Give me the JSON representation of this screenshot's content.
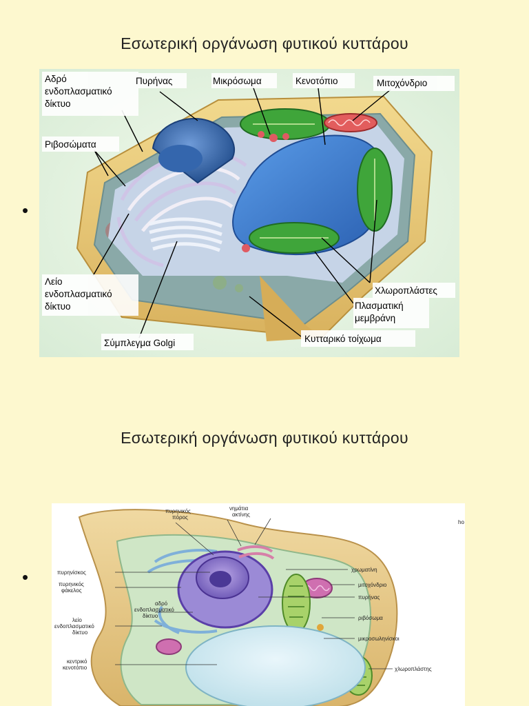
{
  "slides": [
    {
      "title": "Εσωτερική οργάνωση φυτικού κυττάρου",
      "bullet": "•",
      "labels": {
        "rough_er": [
          "Αδρό",
          "ενδοπλασματικό",
          "δίκτυο"
        ],
        "nucleus": "Πυρήνας",
        "microbody": "Μικρόσωμα",
        "vacuole": "Κενοτόπιο",
        "mitochondrion": "Μιτοχόνδριο",
        "ribosomes": "Ριβοσώματα",
        "smooth_er": [
          "Λείο",
          "ενδοπλασματικό",
          "δίκτυο"
        ],
        "chloroplasts": "Χλωροπλάστες",
        "plasma_membrane": [
          "Πλασματική",
          "μεμβράνη"
        ],
        "golgi": "Σύμπλεγμα Golgi",
        "cell_wall": "Κυτταρικό τοίχωμα"
      }
    },
    {
      "title": "Εσωτερική οργάνωση φυτικού κυττάρου",
      "bullet": "•",
      "labels": {
        "nuclear_pore": [
          "πυρηνικός",
          "πόρος"
        ],
        "chromatin_fibers": [
          "νημάτια",
          "ακτίνης"
        ],
        "nucleolus": "πυρηνίσκος",
        "nuclear_envelope": [
          "πυρηνικός",
          "φάκελος"
        ],
        "rough_er": [
          "αδρό",
          "ενδοπλασματικό",
          "δίκτυο"
        ],
        "smooth_er": [
          "λείο",
          "ενδοπλασματικό",
          "δίκτυο"
        ],
        "central_vacuole": [
          "κεντρικό",
          "κενοτόπιο"
        ],
        "chromatin": "χρωματίνη",
        "mitochondrion": "μιτοχόνδριο",
        "nucleus": "πυρήνας",
        "ribosome": "ριβόσωμα",
        "microtubules": "μικροσωληνίσκοι",
        "chloroplast": "χλωροπλάστης",
        "edge_text": "ho"
      }
    }
  ],
  "colors": {
    "background": "#fdf8cf",
    "cell_wall": "#e6c67a",
    "chloroplast": "#3fa53a",
    "vacuole": "#3f7fd0",
    "nucleus": "#2f5fa8"
  }
}
